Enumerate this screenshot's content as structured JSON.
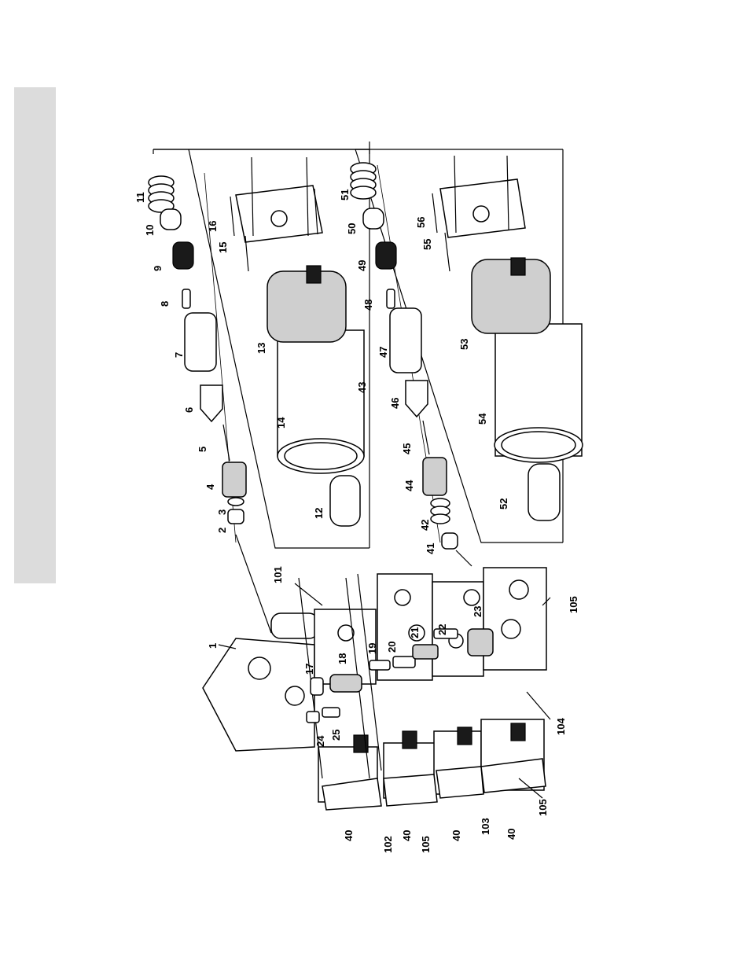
{
  "labels": {
    "l1": "1",
    "l2": "2",
    "l3": "3",
    "l4": "4",
    "l5": "5",
    "l6": "6",
    "l7": "7",
    "l8": "8",
    "l9": "9",
    "l10": "10",
    "l11": "11",
    "l12": "12",
    "l13": "13",
    "l14": "14",
    "l15": "15",
    "l16": "16",
    "l17": "17",
    "l18": "18",
    "l19": "19",
    "l20": "20",
    "l21": "21",
    "l22": "22",
    "l23": "23",
    "l24": "24",
    "l25": "25",
    "l40a": "40",
    "l40b": "40",
    "l40c": "40",
    "l40d": "40",
    "l41": "41",
    "l42": "42",
    "l43": "43",
    "l44": "44",
    "l45": "45",
    "l46": "46",
    "l47": "47",
    "l48": "48",
    "l49": "49",
    "l50": "50",
    "l51": "51",
    "l52": "52",
    "l53": "53",
    "l54": "54",
    "l55": "55",
    "l56": "56",
    "l101": "101",
    "l102": "102",
    "l103": "103",
    "l104": "104",
    "l105a": "105",
    "l105b": "105",
    "l105c": "105"
  },
  "colors": {
    "side_tab": "#dcdcdc",
    "ink": "#000000",
    "shading": "#cfcfcf"
  }
}
